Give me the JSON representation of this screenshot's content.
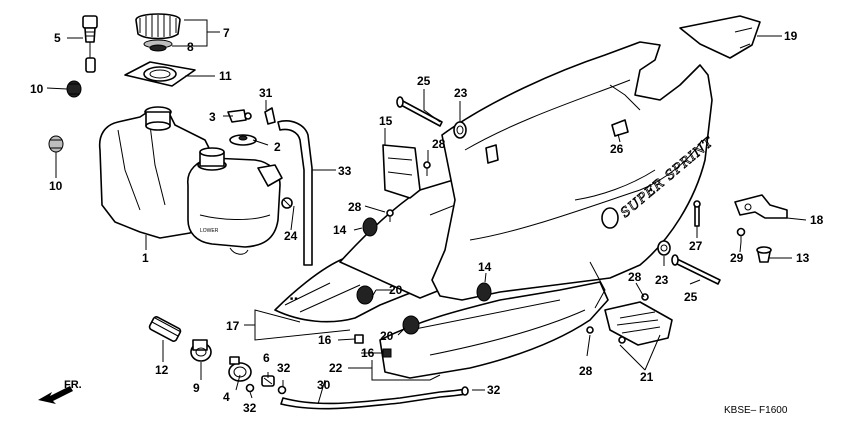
{
  "diagram": {
    "callouts": {
      "c1": "1",
      "c2": "2",
      "c3": "3",
      "c4": "4",
      "c5": "5",
      "c6": "6",
      "c7": "7",
      "c8": "8",
      "c9": "9",
      "c10a": "10",
      "c10b": "10",
      "c11": "11",
      "c12": "12",
      "c13": "13",
      "c14a": "14",
      "c14b": "14",
      "c15": "15",
      "c16a": "16",
      "c16b": "16",
      "c17": "17",
      "c18": "18",
      "c19": "19",
      "c20a": "20",
      "c20b": "20",
      "c21": "21",
      "c22": "22",
      "c23a": "23",
      "c23b": "23",
      "c24": "24",
      "c25a": "25",
      "c25b": "25",
      "c26": "26",
      "c27": "27",
      "c28a": "28",
      "c28b": "28",
      "c28c": "28",
      "c28d": "28",
      "c29": "29",
      "c30": "30",
      "c31": "31",
      "c32a": "32",
      "c32b": "32",
      "c32c": "32",
      "c33": "33"
    },
    "diagram_code": "KBSE– F1600",
    "direction_label": "FR.",
    "brand_decal": "SUPER SPRINT",
    "tank_marking": "LOWER"
  }
}
